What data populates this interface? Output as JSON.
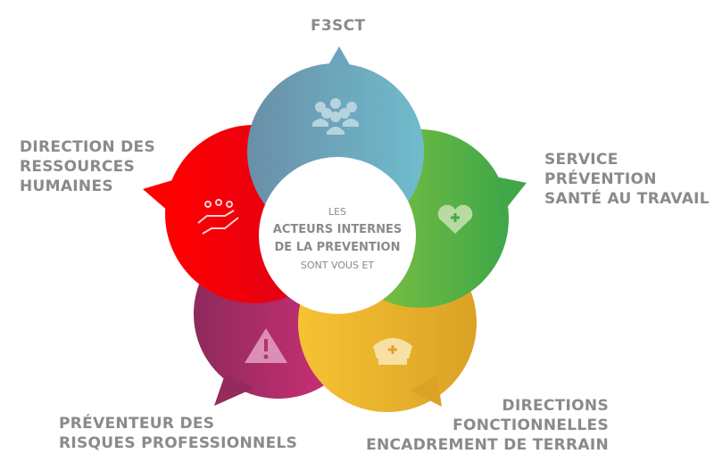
{
  "center": {
    "line1": "LES",
    "line2": "ACTEURS INTERNES",
    "line3": "DE LA PREVENTION",
    "line4": "SONT VOUS ET"
  },
  "labels": {
    "f3sct": "F3SCT",
    "drh": [
      "DIRECTION DES",
      "RESSOURCES",
      "HUMAINES"
    ],
    "spst": [
      "SERVICE",
      "PRÉVENTION",
      "SANTÉ AU TRAVAIL"
    ],
    "prp": [
      "PRÉVENTEUR DES",
      "RISQUES PROFESSIONNELS"
    ],
    "dir": [
      "DIRECTIONS",
      "FONCTIONNELLES",
      "ENCADREMENT DE TERRAIN"
    ]
  },
  "colors": {
    "blue": "#6fbccd",
    "red": "#e8001c",
    "green": "#45a847",
    "purple": "#9c2a6b",
    "yellow": "#e3a12a",
    "text": "#8a8a8a"
  }
}
